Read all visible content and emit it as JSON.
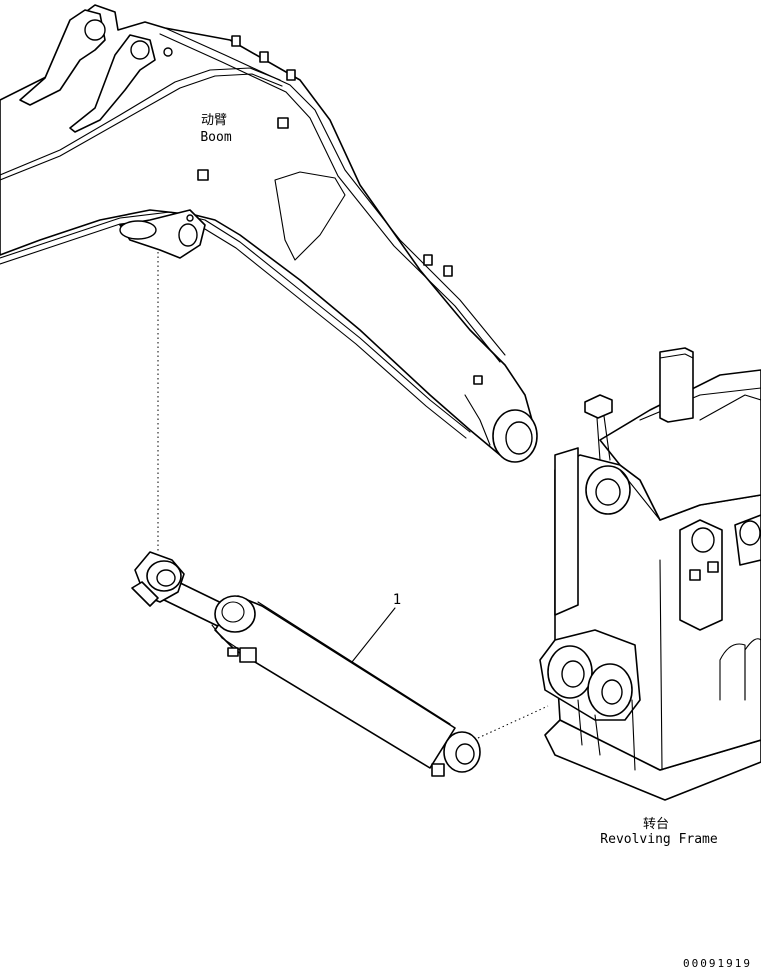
{
  "labels": {
    "boom_cn": "动臂",
    "boom_en": "Boom",
    "frame_cn": "转台",
    "frame_en": "Revolving Frame",
    "callout": "1",
    "drawing_number": "00091919"
  },
  "colors": {
    "ink": "#000000",
    "paper": "#ffffff"
  }
}
